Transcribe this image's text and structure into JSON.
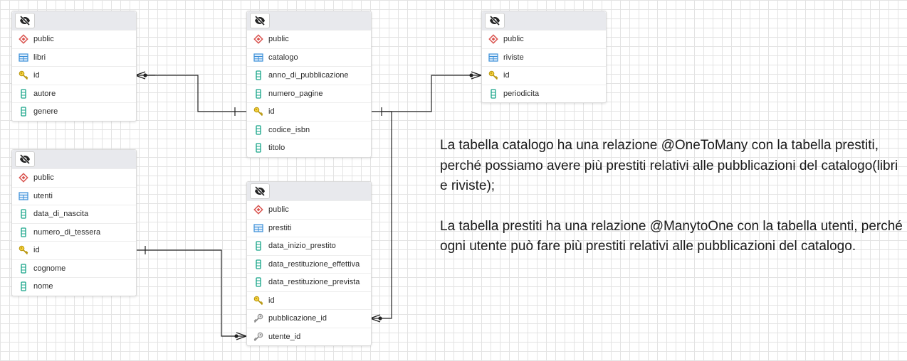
{
  "tables": {
    "libri": {
      "schema": "public",
      "name": "libri",
      "columns": [
        {
          "name": "id",
          "icon": "key-icon"
        },
        {
          "name": "autore",
          "icon": "column-icon"
        },
        {
          "name": "genere",
          "icon": "column-icon"
        }
      ]
    },
    "catalogo": {
      "schema": "public",
      "name": "catalogo",
      "columns": [
        {
          "name": "anno_di_pubblicazione",
          "icon": "column-icon"
        },
        {
          "name": "numero_pagine",
          "icon": "column-icon"
        },
        {
          "name": "id",
          "icon": "key-icon"
        },
        {
          "name": "codice_isbn",
          "icon": "column-icon"
        },
        {
          "name": "titolo",
          "icon": "column-icon"
        }
      ]
    },
    "riviste": {
      "schema": "public",
      "name": "riviste",
      "columns": [
        {
          "name": "id",
          "icon": "key-icon"
        },
        {
          "name": "periodicita",
          "icon": "column-icon"
        }
      ]
    },
    "utenti": {
      "schema": "public",
      "name": "utenti",
      "columns": [
        {
          "name": "data_di_nascita",
          "icon": "column-icon"
        },
        {
          "name": "numero_di_tessera",
          "icon": "column-icon"
        },
        {
          "name": "id",
          "icon": "key-icon"
        },
        {
          "name": "cognome",
          "icon": "column-icon"
        },
        {
          "name": "nome",
          "icon": "column-icon"
        }
      ]
    },
    "prestiti": {
      "schema": "public",
      "name": "prestiti",
      "columns": [
        {
          "name": "data_inizio_prestito",
          "icon": "column-icon"
        },
        {
          "name": "data_restituzione_effettiva",
          "icon": "column-icon"
        },
        {
          "name": "data_restituzione_prevista",
          "icon": "column-icon"
        },
        {
          "name": "id",
          "icon": "key-icon"
        },
        {
          "name": "pubblicazione_id",
          "icon": "foreign-key-icon"
        },
        {
          "name": "utente_id",
          "icon": "foreign-key-icon"
        }
      ]
    }
  },
  "note": {
    "p1": "La tabella catalogo ha una relazione @OneToMany con la tabella prestiti, perché possiamo avere più prestiti relativi alle pubblicazioni del catalogo(libri e riviste);",
    "p2": "La tabella prestiti ha una relazione @ManytoOne con la tabella utenti, perché ogni utente può fare più prestiti relativi alle pubblicazioni del catalogo."
  },
  "colors": {
    "schema": "#d9534f",
    "table": "#3b8fd9",
    "column": "#17a589",
    "key": "#d4ac0d",
    "fk": "#9e9e9e",
    "line": "#222222"
  }
}
